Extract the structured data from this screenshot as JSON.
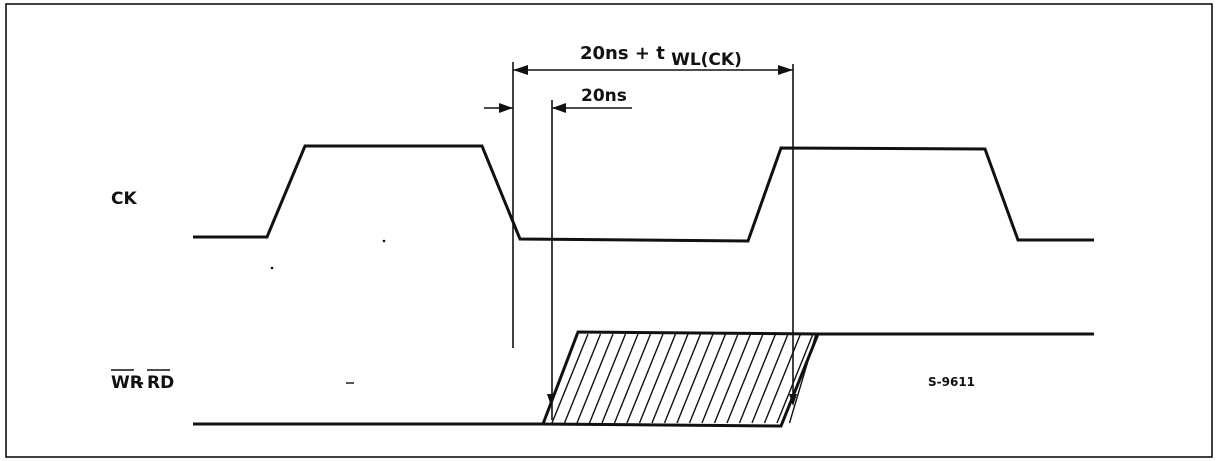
{
  "signals": {
    "clock_label": "CK",
    "write_read_label": "WR-RD",
    "write_read_overbar_parts": [
      "WR",
      "RD"
    ]
  },
  "timing": {
    "total_label_main": "20ns + t",
    "total_label_subscript": "WL(CK)",
    "delay_label": "20ns"
  },
  "figure_code": "S-9611",
  "colors": {
    "ink": "#111111",
    "background": "#ffffff"
  }
}
